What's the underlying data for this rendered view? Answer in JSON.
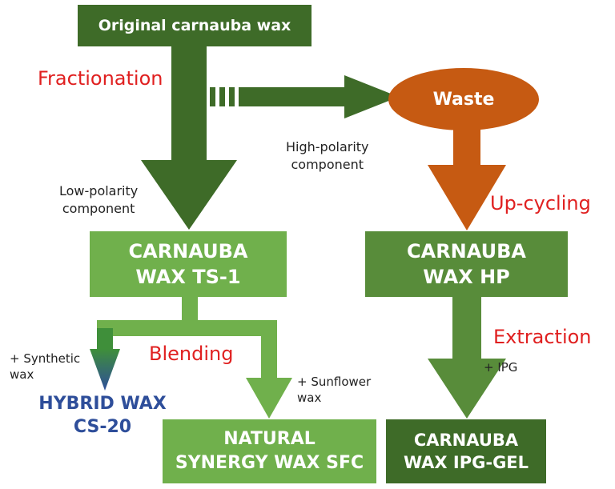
{
  "colors": {
    "dark_green": "#3e6b28",
    "mid_green": "#588c3a",
    "light_green": "#70b04c",
    "orange": "#c65a12",
    "blue": "#2e4e9a",
    "red": "#e02020"
  },
  "nodes": {
    "original": "Original carnauba wax",
    "waste": "Waste",
    "ts1": "CARNAUBA\nWAX TS-1",
    "hp": "CARNAUBA\nWAX HP",
    "hybrid": "HYBRID WAX\nCS-20",
    "sfc": "NATURAL\nSYNERGY WAX SFC",
    "ipg_gel": "CARNAUBA\nWAX IPG-GEL"
  },
  "process_labels": {
    "fractionation": "Fractionation",
    "up_cycling": "Up-cycling",
    "blending": "Blending",
    "extraction": "Extraction"
  },
  "annotations": {
    "low_polarity": "Low-polarity\ncomponent",
    "high_polarity": "High-polarity\ncomponent",
    "synthetic": "+ Synthetic\nwax",
    "sunflower": "+ Sunflower\nwax",
    "ipg": "+ IPG"
  }
}
